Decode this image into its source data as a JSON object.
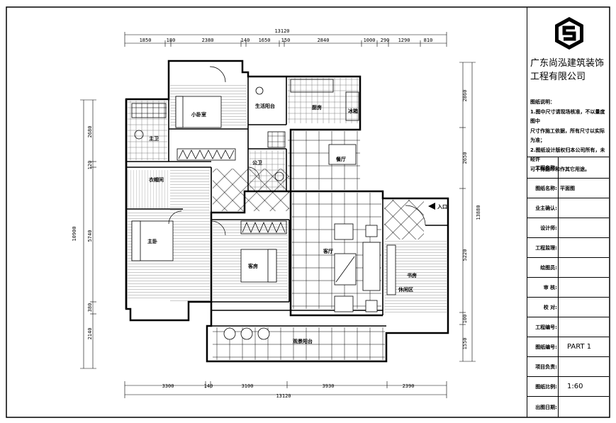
{
  "company": {
    "line1": "广东尚泓建筑装饰",
    "line2": "工程有限公司"
  },
  "notes": {
    "title": "图纸说明：",
    "lines": [
      "1.图中尺寸请现场核准，不以量度图中",
      "尺寸作施工依据，所有尺寸以实际为准；",
      "2.图纸设计版权归本公司所有，未经许",
      "可不得翻印和作其它用途。"
    ]
  },
  "fields": [
    {
      "label": "工程名称:",
      "value": ""
    },
    {
      "label": "图纸名称:",
      "value": "平面图"
    },
    {
      "label": "业主确认:",
      "value": ""
    },
    {
      "label": "设计师:",
      "value": ""
    },
    {
      "label": "工程监理:",
      "value": ""
    },
    {
      "label": "绘图员:",
      "value": ""
    },
    {
      "label": "审  核:",
      "value": ""
    },
    {
      "label": "校  对:",
      "value": ""
    },
    {
      "label": "工程编号:",
      "value": ""
    },
    {
      "label": "图纸编号:",
      "value": "PART 1"
    },
    {
      "label": "项目负责:",
      "value": ""
    },
    {
      "label": "图纸比例:",
      "value": "1:60"
    },
    {
      "label": "出图日期:",
      "value": ""
    }
  ],
  "dims": {
    "top_total": "13120",
    "top_segments": [
      "1850",
      "180",
      "2380",
      "140",
      "1650",
      "150",
      "2840",
      "1000",
      "290",
      "1290",
      "810"
    ],
    "bottom_total": "13120",
    "bottom_segments": [
      "3300",
      "140",
      "3100",
      "3930",
      "2390"
    ],
    "left_total": "10900",
    "left_segments": [
      "2680",
      "120",
      "5740",
      "380",
      "2140"
    ],
    "right_total": "13880",
    "right_segments": [
      "2860",
      "2650",
      "5220",
      "100",
      "1550"
    ]
  },
  "rooms": {
    "bedroom_small": "小卧室",
    "balcony_small": "生活阳台",
    "kitchen": "厨房",
    "fridge": "冰箱",
    "bath1": "主卫",
    "bath2": "公卫",
    "closet": "衣帽间",
    "dining": "餐厅",
    "master": "主卧",
    "guest": "客房",
    "living": "客厅",
    "study": "书房",
    "leisure": "休闲区",
    "balcony_view": "观景阳台",
    "entrance": "入口"
  },
  "colors": {
    "line": "#000000",
    "bg": "#ffffff"
  }
}
